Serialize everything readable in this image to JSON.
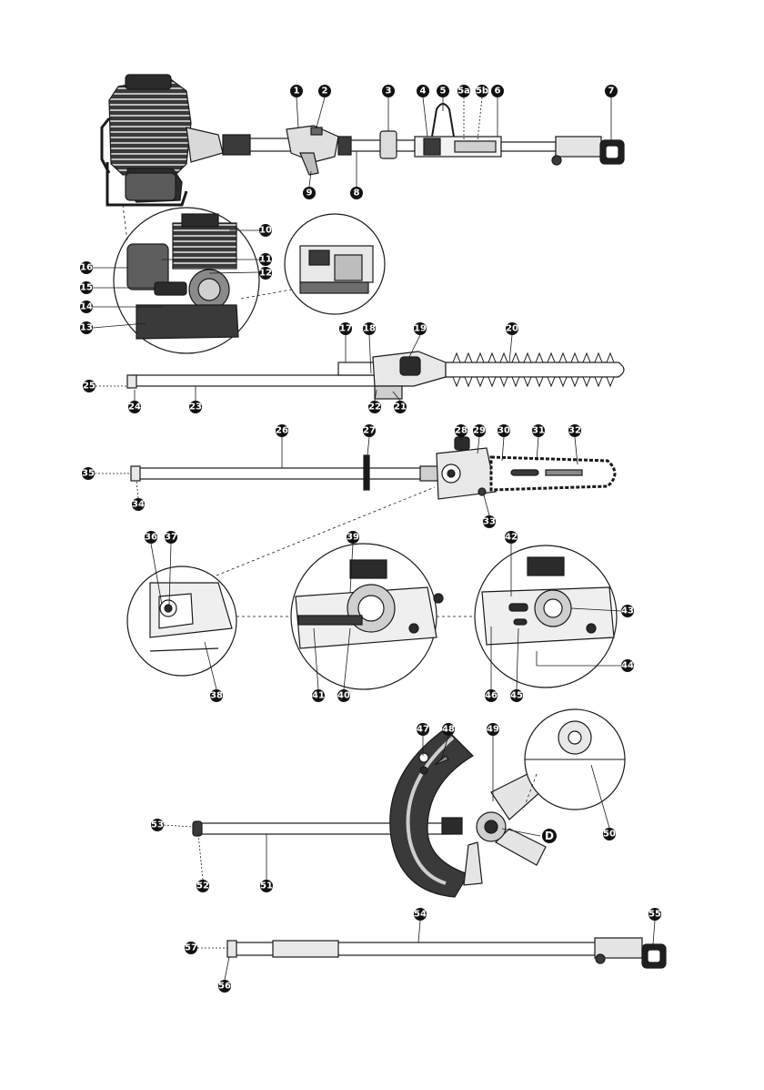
{
  "figure": {
    "callouts": [
      {
        "id": "1",
        "label": "1"
      },
      {
        "id": "2",
        "label": "2"
      },
      {
        "id": "3",
        "label": "3"
      },
      {
        "id": "4",
        "label": "4"
      },
      {
        "id": "5",
        "label": "5"
      },
      {
        "id": "5a",
        "label": "5a"
      },
      {
        "id": "5b",
        "label": "5b"
      },
      {
        "id": "6",
        "label": "6"
      },
      {
        "id": "7",
        "label": "7"
      },
      {
        "id": "8",
        "label": "8"
      },
      {
        "id": "9",
        "label": "9"
      },
      {
        "id": "10",
        "label": "10"
      },
      {
        "id": "11",
        "label": "11"
      },
      {
        "id": "12",
        "label": "12"
      },
      {
        "id": "13",
        "label": "13"
      },
      {
        "id": "14",
        "label": "14"
      },
      {
        "id": "15",
        "label": "15"
      },
      {
        "id": "16",
        "label": "16"
      },
      {
        "id": "17",
        "label": "17"
      },
      {
        "id": "18",
        "label": "18"
      },
      {
        "id": "19",
        "label": "19"
      },
      {
        "id": "20",
        "label": "20"
      },
      {
        "id": "21",
        "label": "21"
      },
      {
        "id": "22",
        "label": "22"
      },
      {
        "id": "23",
        "label": "23"
      },
      {
        "id": "24",
        "label": "24"
      },
      {
        "id": "25",
        "label": "25"
      },
      {
        "id": "26",
        "label": "26"
      },
      {
        "id": "27",
        "label": "27"
      },
      {
        "id": "28",
        "label": "28"
      },
      {
        "id": "29",
        "label": "29"
      },
      {
        "id": "30",
        "label": "30"
      },
      {
        "id": "31",
        "label": "31"
      },
      {
        "id": "32",
        "label": "32"
      },
      {
        "id": "33",
        "label": "33"
      },
      {
        "id": "34",
        "label": "34"
      },
      {
        "id": "35",
        "label": "35"
      },
      {
        "id": "36",
        "label": "36"
      },
      {
        "id": "37",
        "label": "37"
      },
      {
        "id": "38",
        "label": "38"
      },
      {
        "id": "39",
        "label": "39"
      },
      {
        "id": "40",
        "label": "40"
      },
      {
        "id": "41",
        "label": "41"
      },
      {
        "id": "42",
        "label": "42"
      },
      {
        "id": "43",
        "label": "43"
      },
      {
        "id": "44",
        "label": "44"
      },
      {
        "id": "45",
        "label": "45"
      },
      {
        "id": "46",
        "label": "46"
      },
      {
        "id": "47",
        "label": "47"
      },
      {
        "id": "48",
        "label": "48"
      },
      {
        "id": "49",
        "label": "49"
      },
      {
        "id": "50",
        "label": "50"
      },
      {
        "id": "51",
        "label": "51"
      },
      {
        "id": "52",
        "label": "52"
      },
      {
        "id": "53",
        "label": "53"
      },
      {
        "id": "54",
        "label": "54"
      },
      {
        "id": "55",
        "label": "55"
      },
      {
        "id": "56",
        "label": "56"
      },
      {
        "id": "57",
        "label": "57"
      }
    ],
    "letter_marker": "D"
  },
  "colors": {
    "line": "#1a1a1a",
    "callout_fill": "#111111",
    "engine_dark": "#2b2b2b",
    "engine_mid": "#6d6d6d",
    "part_light": "#cfcfcf"
  }
}
